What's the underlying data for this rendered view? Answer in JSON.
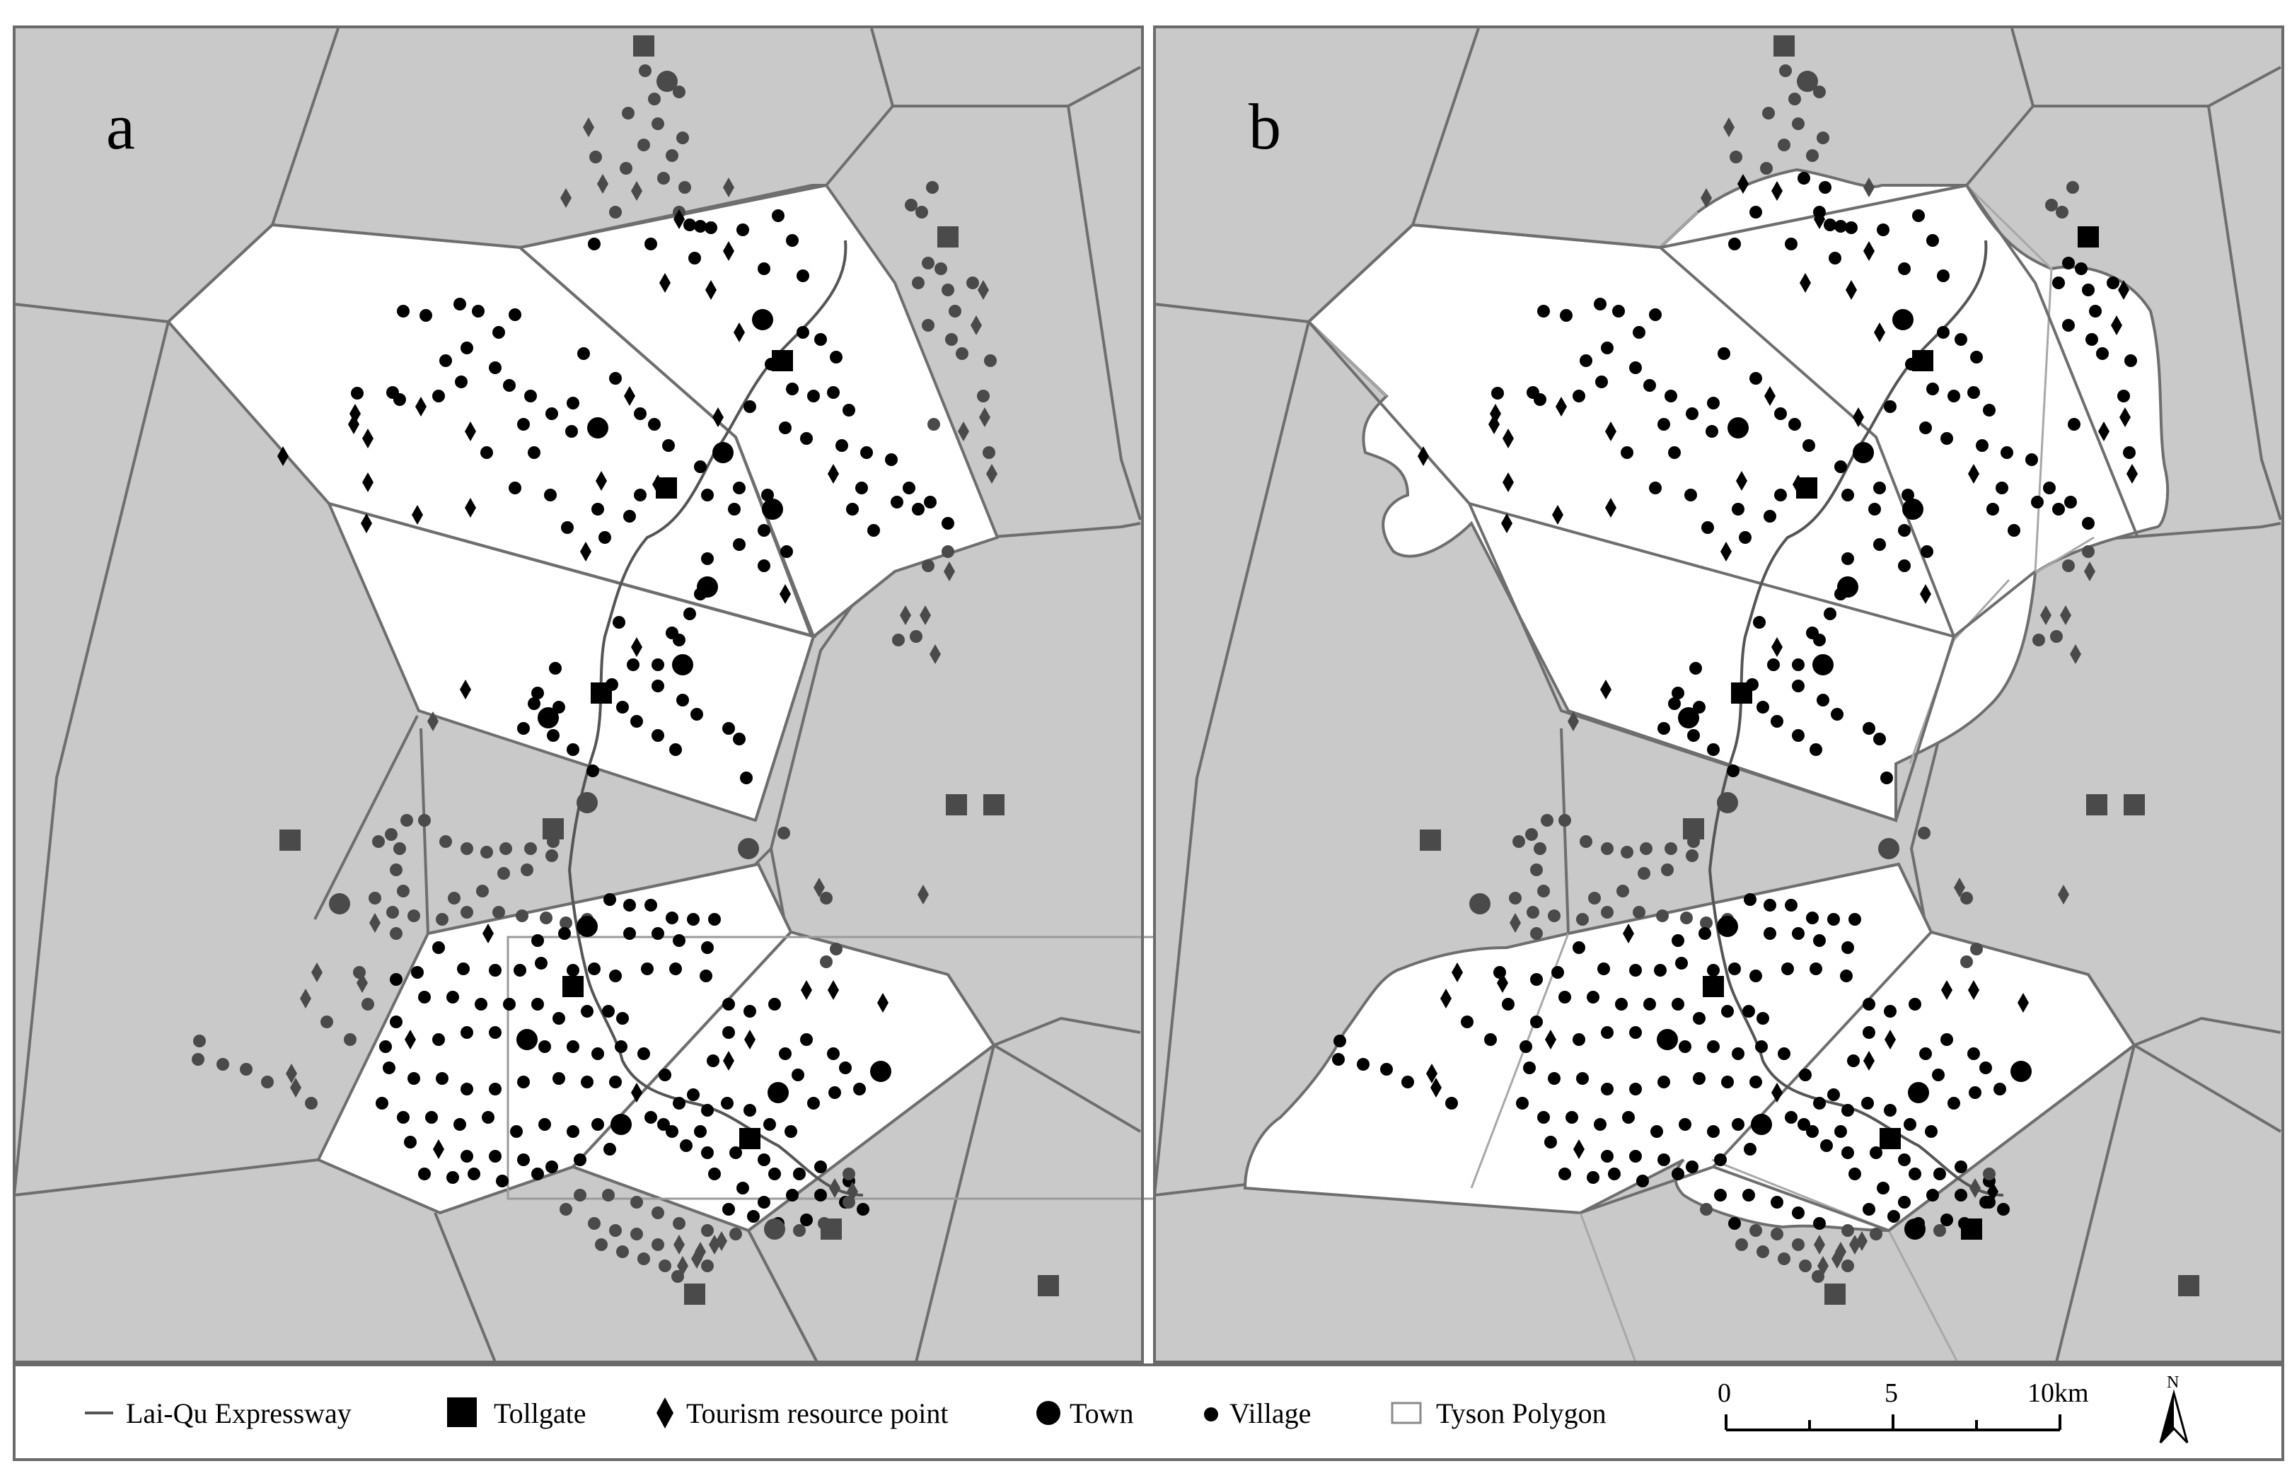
{
  "panels": [
    {
      "id": "a",
      "label": "a"
    },
    {
      "id": "b",
      "label": "b"
    }
  ],
  "legend": {
    "expressway": "Lai-Qu Expressway",
    "tollgate": "Tollgate",
    "tourism": "Tourism resource point",
    "town": "Town",
    "village": "Village",
    "tyson": "Tyson Polygon"
  },
  "scale_bar": {
    "ticks": [
      "0",
      "5",
      "10km"
    ]
  },
  "north_arrow": {
    "label": "N"
  },
  "colors": {
    "outside": "#c9c9c9",
    "inside": "#ffffff",
    "boundary": "#6e6e6e",
    "marker_inside": "#000000",
    "marker_outside": "#4a4a4a"
  }
}
